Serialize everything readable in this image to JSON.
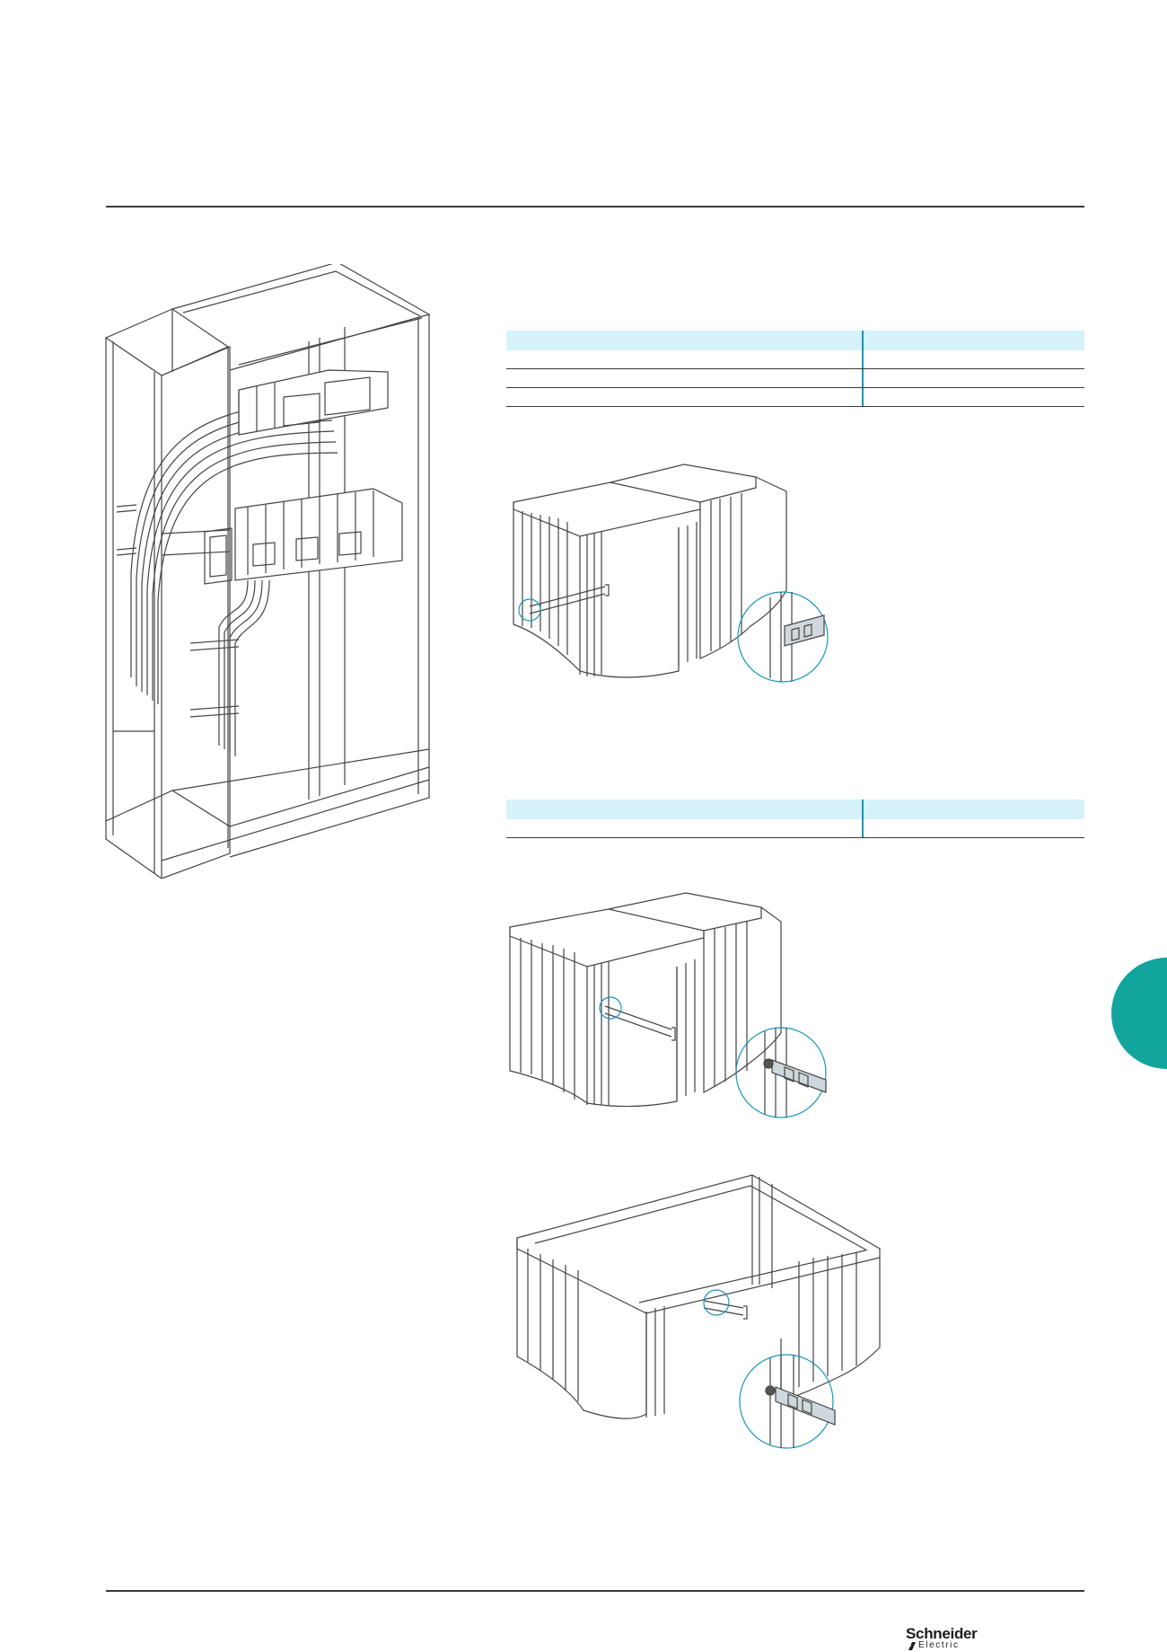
{
  "page": {
    "accent_color": "#12a59e",
    "table_header_color": "#d6f2fb",
    "table_separator_color": "#1a96b8"
  },
  "table_1": {
    "header": [
      "",
      ""
    ],
    "rows": [
      [
        "",
        ""
      ],
      [
        "",
        ""
      ],
      [
        "",
        ""
      ]
    ]
  },
  "table_2": {
    "header": [
      "",
      ""
    ],
    "rows": [
      [
        "",
        ""
      ]
    ]
  },
  "illustrations": [
    "enclosure-frame-with-cabling-illustration",
    "frame-junction-rail-detail-illustration",
    "frame-junction-rail-detail-illustration",
    "frame-corner-rail-detail-illustration"
  ],
  "footer": {
    "brand": "Schneider",
    "brand_sub": "Electric"
  }
}
